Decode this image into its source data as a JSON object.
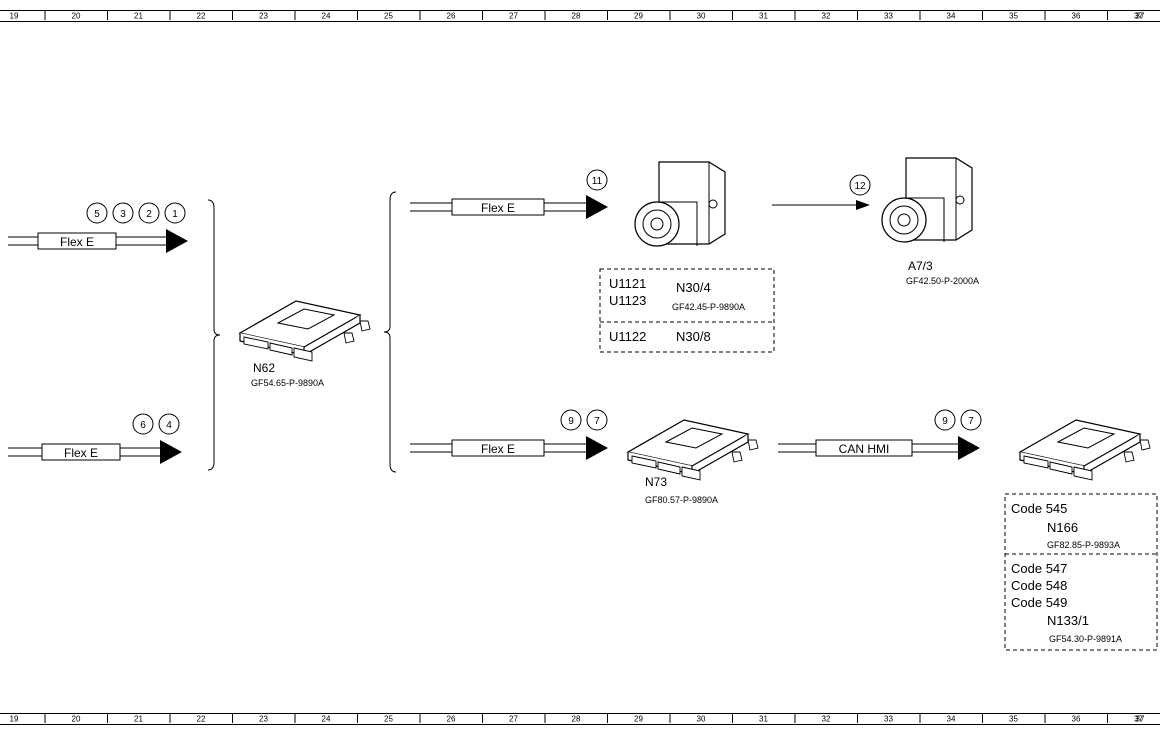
{
  "ruler": {
    "numbers": [
      "19",
      "20",
      "21",
      "22",
      "23",
      "24",
      "25",
      "26",
      "27",
      "28",
      "29",
      "30",
      "31",
      "32",
      "33",
      "34",
      "35",
      "36",
      "37"
    ]
  },
  "connections": {
    "flex_e_upper_left": {
      "label": "Flex E",
      "callouts": [
        "5",
        "3",
        "2",
        "1"
      ]
    },
    "flex_e_lower_left": {
      "label": "Flex E",
      "callouts": [
        "6",
        "4"
      ]
    },
    "flex_e_upper_right": {
      "label": "Flex E",
      "callouts": [
        "11"
      ]
    },
    "flex_e_lower_right": {
      "label": "Flex E",
      "callouts": [
        "9",
        "7"
      ]
    },
    "can_hmi": {
      "label": "CAN HMI",
      "callouts": [
        "9",
        "7"
      ]
    },
    "a7_arrow": {
      "callouts": [
        "12"
      ]
    }
  },
  "components": {
    "n62": {
      "name": "N62",
      "ref": "GF54.65-P-9890A"
    },
    "n73": {
      "name": "N73",
      "ref": "GF80.57-P-9890A"
    },
    "a7_3": {
      "name": "A7/3",
      "ref": "GF42.50-P-2000A"
    },
    "n30_box": {
      "codes": [
        "U1121",
        "U1123"
      ],
      "name": "N30/4",
      "ref": "GF42.45-P-9890A",
      "code2": "U1122",
      "name2": "N30/8"
    },
    "right_box": {
      "codes1": [
        "Code 545"
      ],
      "name1": "N166",
      "ref1": "GF82.85-P-9893A",
      "codes2": [
        "Code 547",
        "Code 548",
        "Code 549"
      ],
      "name2": "N133/1",
      "ref2": "GF54.30-P-9891A"
    }
  },
  "colors": {
    "line": "#000000",
    "background": "#ffffff"
  }
}
